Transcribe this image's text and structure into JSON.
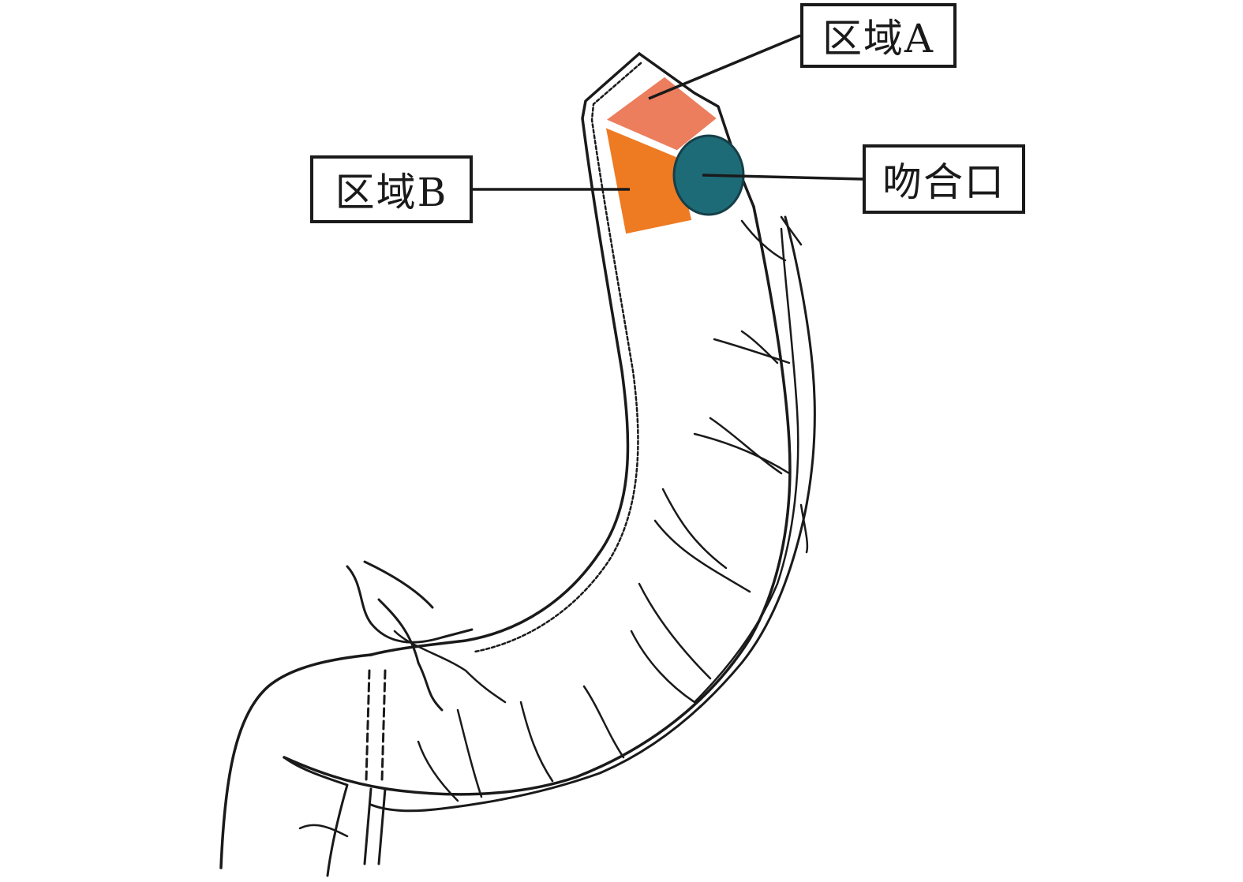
{
  "labels": {
    "region_a": "区域A",
    "region_b": "区域B",
    "anastomosis": "吻合口"
  },
  "colors": {
    "region_a": "#ec7d5d",
    "region_b": "#ee7a22",
    "anastomosis": "#1e6b78",
    "outline": "#1a1a1a"
  }
}
